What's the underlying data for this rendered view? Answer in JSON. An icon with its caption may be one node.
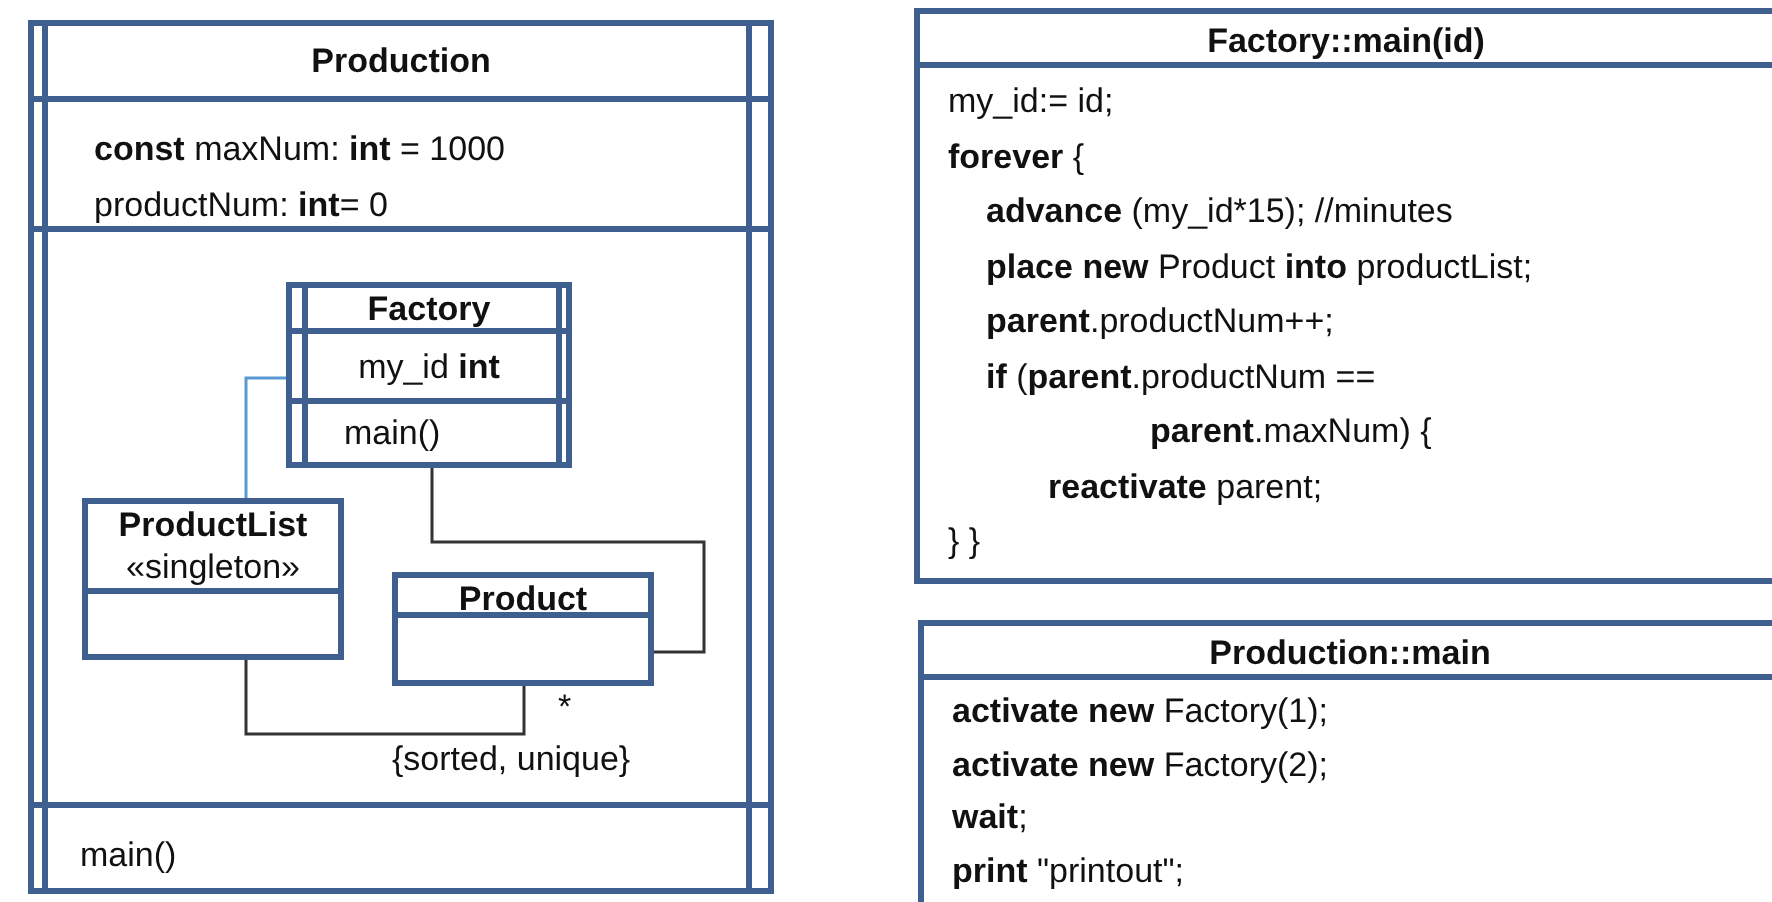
{
  "diagram": {
    "nodes": [
      {
        "text": [
          "Production",
          "**const** maxNum: **int** = 1000",
          "productNum: **int**= 0",
          "main()"
        ]
      },
      {
        "text": [
          "Factory",
          "my_id **int**",
          "main()"
        ],
        "in": 0
      },
      {
        "text": [
          "ProductList",
          "«singleton»"
        ],
        "in": 0
      },
      {
        "text": [
          "Product"
        ],
        "in": 0
      },
      {
        "text": [
          "Factory::main(id)",
          "my_id:= id;",
          "**forever** {",
          "**advance** (my_id*15); //minutes",
          "**place new** Product **into** productList;",
          "**parent**.productNum++;",
          "**if** (**parent**.productNum ==",
          "**parent**.maxNum) {",
          "**reactivate** parent;",
          "} }"
        ]
      },
      {
        "text": [
          "Production::main",
          "**activate new** Factory(1);",
          "**activate new** Factory(2);",
          "**wait**;",
          "**print** \"printout\";"
        ]
      }
    ],
    "edges": [
      {
        "from": 1,
        "to": 2,
        "arrow": "none",
        "color": "#5b9bd5"
      },
      {
        "from": 1,
        "to": 3,
        "arrow": "none"
      },
      {
        "from": 2,
        "to": 3,
        "arrow": "none",
        "label": "{sorted, unique}"
      }
    ],
    "labels": [
      "*"
    ]
  }
}
